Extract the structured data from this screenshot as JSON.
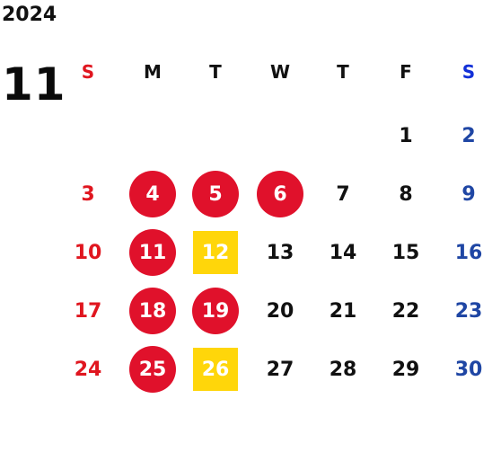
{
  "calendar": {
    "year": "2024",
    "month": "11",
    "weekdays": [
      "S",
      "M",
      "T",
      "W",
      "T",
      "F",
      "S"
    ],
    "weeks": [
      [
        "",
        "",
        "",
        "",
        "",
        "1",
        "2"
      ],
      [
        "3",
        "4",
        "5",
        "6",
        "7",
        "8",
        "9"
      ],
      [
        "10",
        "11",
        "12",
        "13",
        "14",
        "15",
        "16"
      ],
      [
        "17",
        "18",
        "19",
        "20",
        "21",
        "22",
        "23"
      ],
      [
        "24",
        "25",
        "26",
        "27",
        "28",
        "29",
        "30"
      ]
    ]
  },
  "colors": {
    "sunday": "#e0161f",
    "saturday": "#1f46a4",
    "saturday_header": "#1230d8",
    "weekday": "#111111",
    "closed_circle": "#e0112b",
    "special_square": "#ffd60a"
  }
}
